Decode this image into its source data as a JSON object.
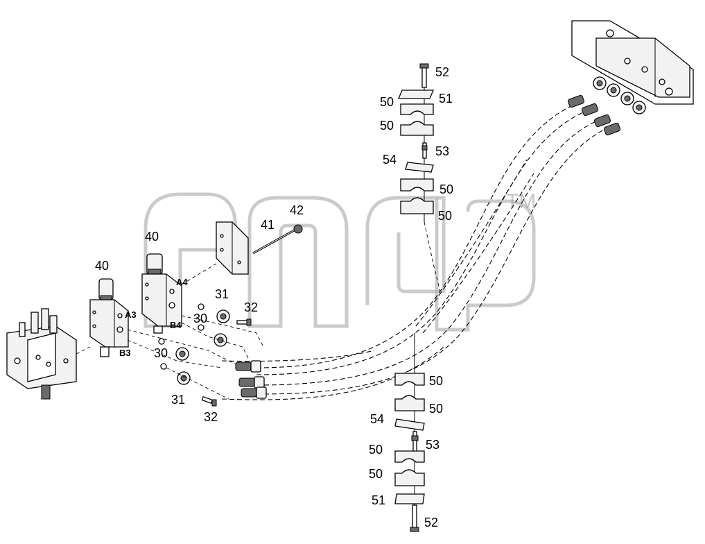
{
  "labels": {
    "l52a": "52",
    "l51a": "51",
    "l50a": "50",
    "l50b": "50",
    "l54a": "54",
    "l53a": "53",
    "l50c": "50",
    "l50d": "50",
    "l42": "42",
    "l41": "41",
    "l40a": "40",
    "l40b": "40",
    "l31a": "31",
    "l32a": "32",
    "l30a": "30",
    "l30b": "30",
    "l31b": "31",
    "l32b": "32",
    "l50e": "50",
    "l50f": "50",
    "l54b": "54",
    "l53b": "53",
    "l50g": "50",
    "l50h": "50",
    "l51b": "51",
    "l52b": "52"
  },
  "ports": {
    "a4": "A4",
    "b4": "B4",
    "a3": "A3",
    "b3": "B3"
  },
  "watermark": {
    "tm": "TM"
  }
}
